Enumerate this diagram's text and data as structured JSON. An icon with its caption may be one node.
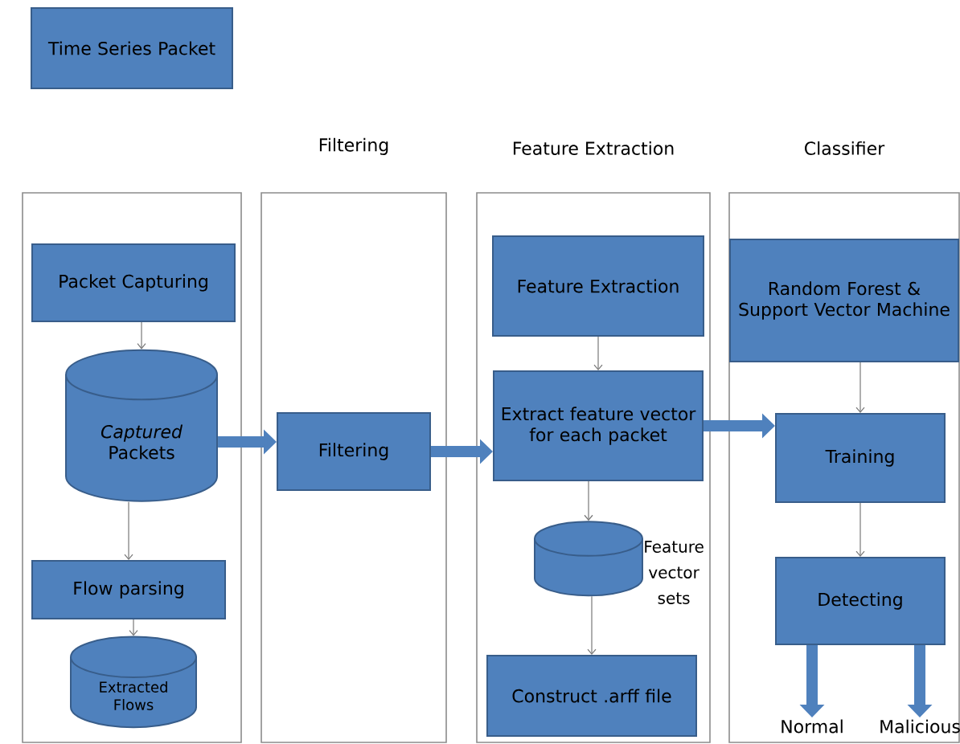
{
  "diagram": {
    "nodes": [
      {
        "text": [
          "Time Series Packet"
        ]
      },
      {
        "text": [],
        "shape": "box"
      },
      {
        "text": [
          "Filtering"
        ]
      },
      {
        "text": [
          "Feature Extraction"
        ]
      },
      {
        "text": [
          "Classifier"
        ]
      },
      {
        "text": [
          "Packet Capturing"
        ],
        "in": 1
      },
      {
        "text": [
          "*Captured* Packets"
        ],
        "in": 1
      },
      {
        "text": [
          "Flow parsing"
        ],
        "in": 1
      },
      {
        "text": [
          "Extracted Flows"
        ],
        "in": 1
      },
      {
        "text": [
          "Filtering"
        ],
        "in": 2
      },
      {
        "text": [
          "Feature Extraction"
        ],
        "in": 3
      },
      {
        "text": [
          "Extract feature vector for each packet"
        ],
        "in": 3
      },
      {
        "text": [],
        "shape": "cylinder",
        "beside": [
          "Feature vector sets"
        ],
        "in": 3
      },
      {
        "text": [
          "Construct .arff file"
        ],
        "in": 3
      },
      {
        "text": [
          "Random Forest & Support Vector Machine"
        ],
        "in": 4
      },
      {
        "text": [
          "Training"
        ],
        "in": 4
      },
      {
        "text": [
          "Detecting"
        ],
        "in": 4
      },
      {
        "text": [
          "Normal"
        ],
        "in": 4
      },
      {
        "text": [
          "Malicious"
        ],
        "in": 4
      }
    ],
    "edges": [
      {
        "from": 5,
        "to": 6,
        "arrow": "to"
      },
      {
        "from": 6,
        "to": 7,
        "arrow": "to"
      },
      {
        "from": 7,
        "to": 8,
        "arrow": "to"
      },
      {
        "from": 6,
        "to": 9,
        "arrow": "to",
        "style": "thick",
        "color": "#4f81bd"
      },
      {
        "from": 9,
        "to": 11,
        "arrow": "to",
        "style": "thick",
        "color": "#4f81bd"
      },
      {
        "from": 10,
        "to": 11,
        "arrow": "to"
      },
      {
        "from": 11,
        "to": 12,
        "arrow": "to"
      },
      {
        "from": 12,
        "to": 13,
        "arrow": "to"
      },
      {
        "from": 11,
        "to": 15,
        "arrow": "to",
        "style": "thick",
        "color": "#4f81bd"
      },
      {
        "from": 14,
        "to": 15,
        "arrow": "to"
      },
      {
        "from": 15,
        "to": 16,
        "arrow": "to"
      },
      {
        "from": 16,
        "to": 17,
        "arrow": "to",
        "style": "thick",
        "color": "#4f81bd"
      },
      {
        "from": 16,
        "to": 18,
        "arrow": "to",
        "style": "thick",
        "color": "#4f81bd"
      }
    ]
  }
}
